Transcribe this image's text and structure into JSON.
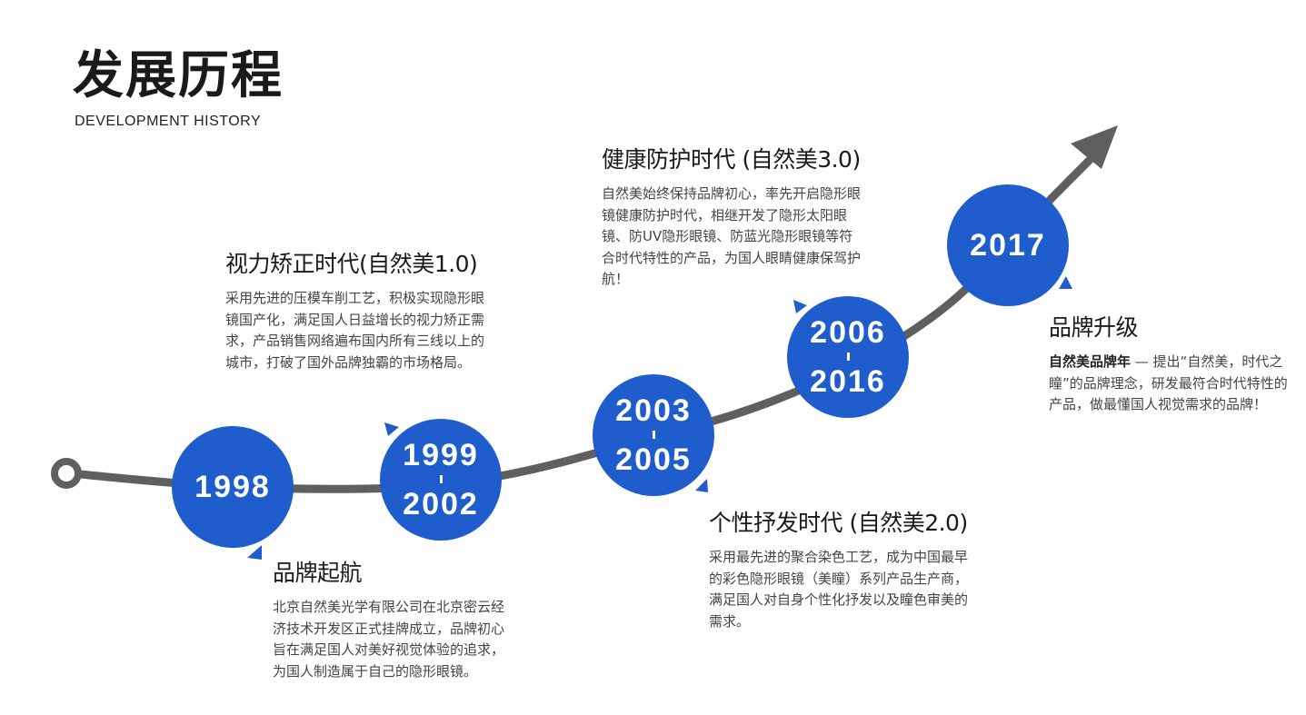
{
  "header": {
    "title": "发展历程",
    "subtitle": "DEVELOPMENT HISTORY"
  },
  "colors": {
    "node_blue": "#1f5ccc",
    "track_gray": "#5f5f5f",
    "title_text": "#1a1a1a",
    "body_text": "#444444"
  },
  "timeline": [
    {
      "year_top": "1998",
      "year_bottom": "",
      "heading": "品牌起航",
      "body": "北京自然美光学有限公司在北京密云经济技术开发区正式挂牌成立，品牌初心旨在满足国人对美好视觉体验的追求，为国人制造属于自己的隐形眼镜。"
    },
    {
      "year_top": "1999",
      "year_bottom": "2002",
      "heading": "视力矫正时代(自然美1.0)",
      "body": "采用先进的压模车削工艺，积极实现隐形眼镜国产化，满足国人日益增长的视力矫正需求，产品销售网络遍布国内所有三线以上的城市，打破了国外品牌独霸的市场格局。"
    },
    {
      "year_top": "2003",
      "year_bottom": "2005",
      "heading": "个性抒发时代 (自然美2.0)",
      "body": "采用最先进的聚合染色工艺，成为中国最早的彩色隐形眼镜（美瞳）系列产品生产商，满足国人对自身个性化抒发以及瞳色审美的需求。"
    },
    {
      "year_top": "2006",
      "year_bottom": "2016",
      "heading": "健康防护时代 (自然美3.0)",
      "body": "自然美始终保持品牌初心，率先开启隐形眼镜健康防护时代，相继开发了隐形太阳眼镜、防UV隐形眼镜、防蓝光隐形眼镜等符合时代特性的产品，为国人眼睛健康保驾护航！"
    },
    {
      "year_top": "2017",
      "year_bottom": "",
      "heading": "品牌升级",
      "body_lead": "自然美品牌年",
      "body": " — 提出“自然美，时代之瞳”的品牌理念，研发最符合时代特性的产品，做最懂国人视觉需求的品牌！"
    }
  ]
}
